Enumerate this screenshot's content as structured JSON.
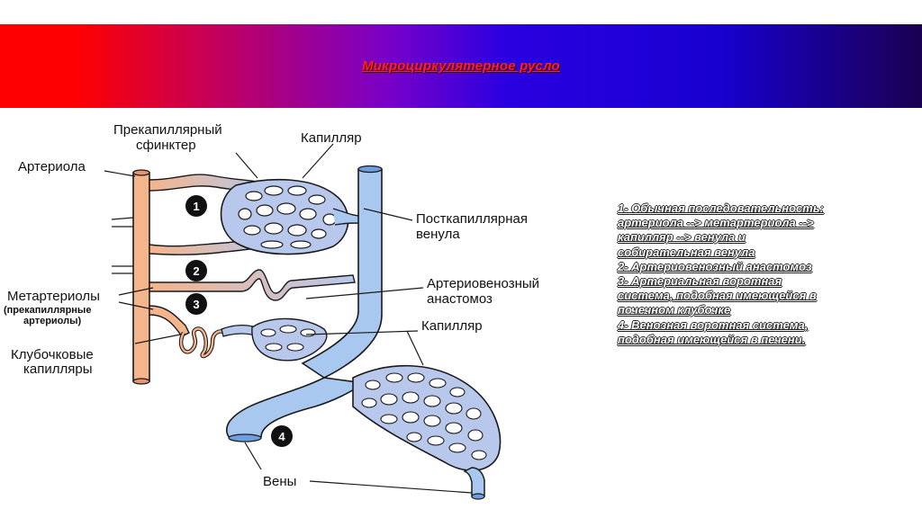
{
  "slide": {
    "title": "Микроциркулятерное русло"
  },
  "diagram": {
    "labels": {
      "precap_sphincter_1": "Прекапиллярный",
      "precap_sphincter_2": "сфинктер",
      "capillary_top": "Капилляр",
      "arteriole": "Артериола",
      "postcap_venule_1": "Посткапиллярная",
      "postcap_venule_2": "венула",
      "av_anastomosis_1": "Артериовенозный",
      "av_anastomosis_2": "анастомоз",
      "metarterioles": "Метартериолы",
      "precap_arterioles_1": "(прекапиллярные",
      "precap_arterioles_2": "артериолы)",
      "capillary_mid": "Капилляр",
      "glomerular_1": "Клубочковые",
      "glomerular_2": "капилляры",
      "veins": "Вены"
    },
    "markers": [
      "1",
      "2",
      "3",
      "4"
    ],
    "colors": {
      "artery_fill": "#f4b48c",
      "vein_fill": "#a8c8f0",
      "outline": "#1a1a1a",
      "banner_left": "#ff0000",
      "banner_right": "#1800d0"
    }
  },
  "notes": {
    "lines": [
      "1- Обычная последовательность:",
      "артериола --> метартериола -->",
      "капилляр --> венула и",
      "собирательная венула",
      "2- Артериовенозный анастомоз",
      "3- Артериальная воротная",
      "система, подобная имеющейся в",
      "почечном клубочке",
      "4- Венозная воротная система,",
      "подобная имеющейся в печени."
    ]
  }
}
